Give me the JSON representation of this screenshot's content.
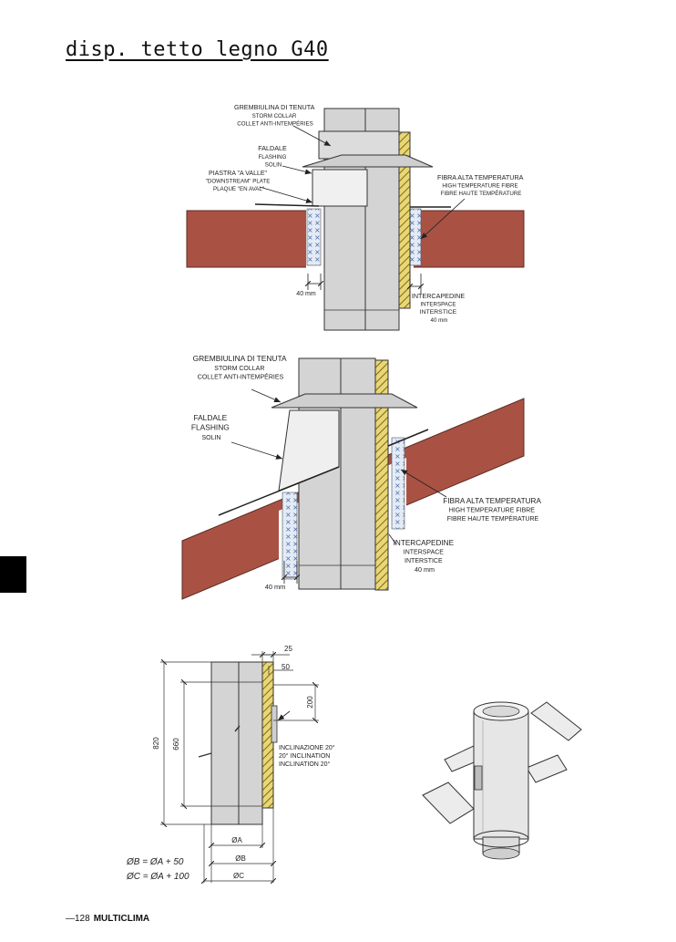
{
  "page": {
    "title": "disp. tetto legno G40"
  },
  "footer": {
    "page_number": "—128",
    "brand": "MULTICLIMA"
  },
  "diagram1": {
    "storm_collar": [
      "GREMBIULINA DI TENUTA",
      "STORM COLLAR",
      "COLLET ANTI-INTEMPÉRIES"
    ],
    "flashing": [
      "FALDALE",
      "FLASHING",
      "SOLIN"
    ],
    "downstream_plate": [
      "PIASTRA \"A VALLE\"",
      "\"DOWNSTREAM\" PLATE",
      "PLAQUE \"EN AVAL\""
    ],
    "fibre": [
      "FIBRA ALTA TEMPERATURA",
      "HIGH TEMPERATURE FIBRE",
      "FIBRE HAUTE TEMPÉRATURE"
    ],
    "interspace": [
      "INTERCAPEDINE",
      "INTERSPACE",
      "INTERSTICE",
      "40 mm"
    ],
    "gap": "40 mm"
  },
  "diagram2": {
    "storm_collar": [
      "GREMBIULINA DI TENUTA",
      "STORM COLLAR",
      "COLLET ANTI-INTEMPÉRIES"
    ],
    "flashing": [
      "FALDALE",
      "FLASHING",
      "SOLIN"
    ],
    "fibre": [
      "FIBRA ALTA TEMPERATURA",
      "HIGH TEMPERATURE FIBRE",
      "FIBRE HAUTE TEMPÉRATURE"
    ],
    "interspace": [
      "INTERCAPEDINE",
      "INTERSPACE",
      "INTERSTICE",
      "40 mm"
    ],
    "gap": "40 mm"
  },
  "diagram3": {
    "dim_25": "25",
    "dim_50": "50",
    "dim_200": "200",
    "dim_820": "820",
    "dim_660": "660",
    "inclination": [
      "INCLINAZIONE 20°",
      "20° INCLINATION",
      "INCLINATION 20°"
    ],
    "dia_a": "ØA",
    "dia_b": "ØB",
    "dia_c": "ØC",
    "formula_b": "ØB = ØA + 50",
    "formula_c": "ØC = ØA + 100"
  },
  "colors": {
    "roof": "#a95244",
    "pipe": "#d4d4d4",
    "insulation": "#e9d675",
    "fibre": "#d7e2f2"
  }
}
